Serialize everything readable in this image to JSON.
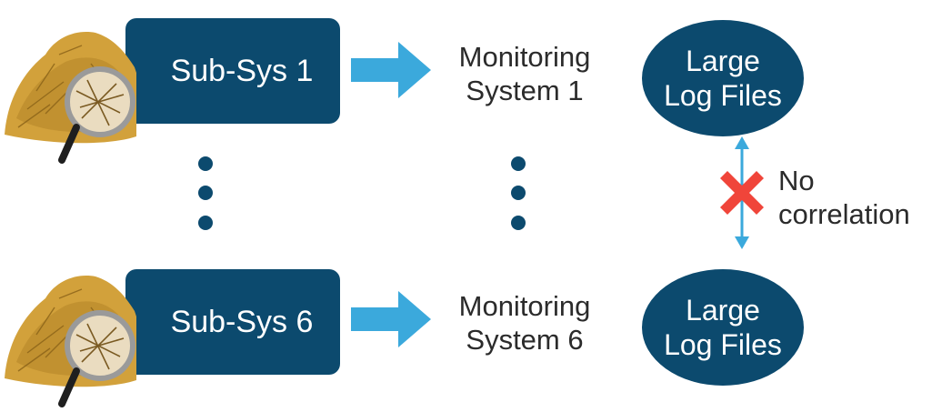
{
  "rows": [
    {
      "subsystem_label": "Sub-Sys 1",
      "monitoring_line1": "Monitoring",
      "monitoring_line2": "System 1",
      "log_line1": "Large",
      "log_line2": "Log Files"
    },
    {
      "subsystem_label": "Sub-Sys 6",
      "monitoring_line1": "Monitoring",
      "monitoring_line2": "System 6",
      "log_line1": "Large",
      "log_line2": "Log Files"
    }
  ],
  "correlation": {
    "line1": "No",
    "line2": "correlation"
  },
  "colors": {
    "box": "#0c4a6e",
    "arrow": "#3ba9dc",
    "cross": "#f0453a",
    "text": "#2b2b2b"
  },
  "icons": {
    "haystack": "haystack-magnifier-icon",
    "arrow": "right-arrow-icon",
    "cross": "x-cross-icon"
  }
}
